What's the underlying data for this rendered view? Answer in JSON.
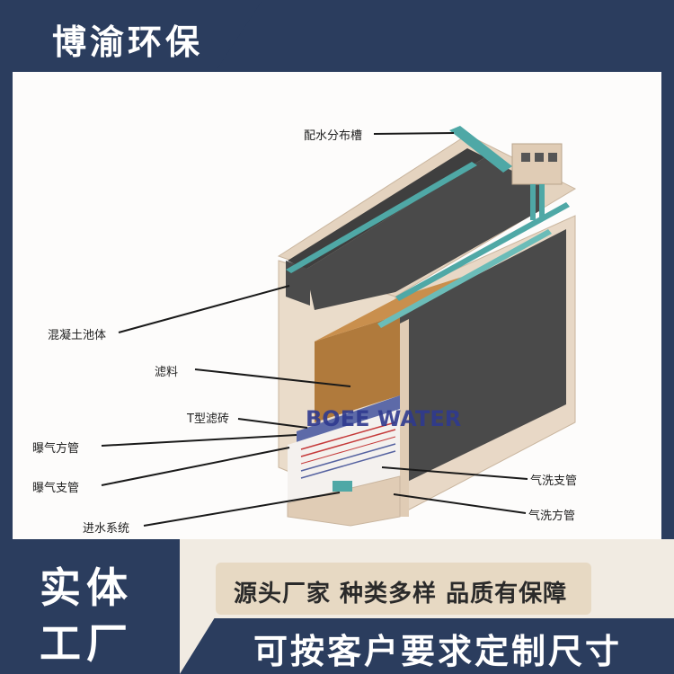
{
  "brand": {
    "title": "博渝环保"
  },
  "diagram": {
    "watermark": "BOEE WATER",
    "labels": {
      "distribution_channel": "配水分布槽",
      "concrete_tank": "混凝土池体",
      "filter_media": "滤料",
      "t_filter_brick": "T型滤砖",
      "aeration_main_pipe": "曝气方管",
      "aeration_branch_pipe": "曝气支管",
      "water_inlet_system": "进水系统",
      "air_wash_branch_pipe": "气洗支管",
      "air_wash_main_pipe": "气洗方管"
    }
  },
  "promo": {
    "left_line1": "实体",
    "left_line2": "工厂",
    "tagline": "源头厂家 种类多样 品质有保障",
    "custom_size": "可按客户要求定制尺寸"
  },
  "colors": {
    "navy": "#2b3d5e",
    "panel": "#fdfcfb",
    "concrete": "#e8d8c6",
    "dark_wall": "#4c4c4c",
    "filter_media": "#b07a3c",
    "teal_pipe": "#4fa8a6",
    "cream": "#f1ebe2"
  }
}
